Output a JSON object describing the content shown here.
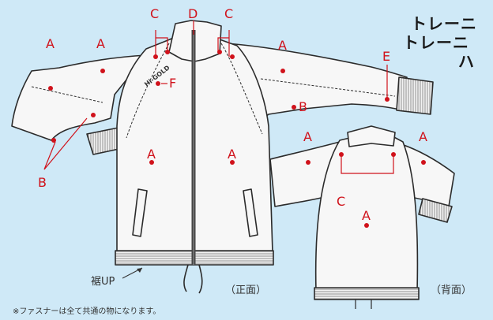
{
  "title_lines": [
    "トレーニ",
    "トレーニ",
    "ハ"
  ],
  "logo_text": "Hi-GOLD",
  "labels": {
    "a": "A",
    "b": "B",
    "c": "C",
    "d": "D",
    "e": "E",
    "f": "F"
  },
  "captions": {
    "hem": "裾UP",
    "front": "（正面）",
    "back": "（背面）"
  },
  "note": "※ファスナーは全て共通の物になります。",
  "colors": {
    "background": "#cfe9f7",
    "garment": "#f7f7f7",
    "outline": "#2b2b2b",
    "label": "#d0121b"
  }
}
